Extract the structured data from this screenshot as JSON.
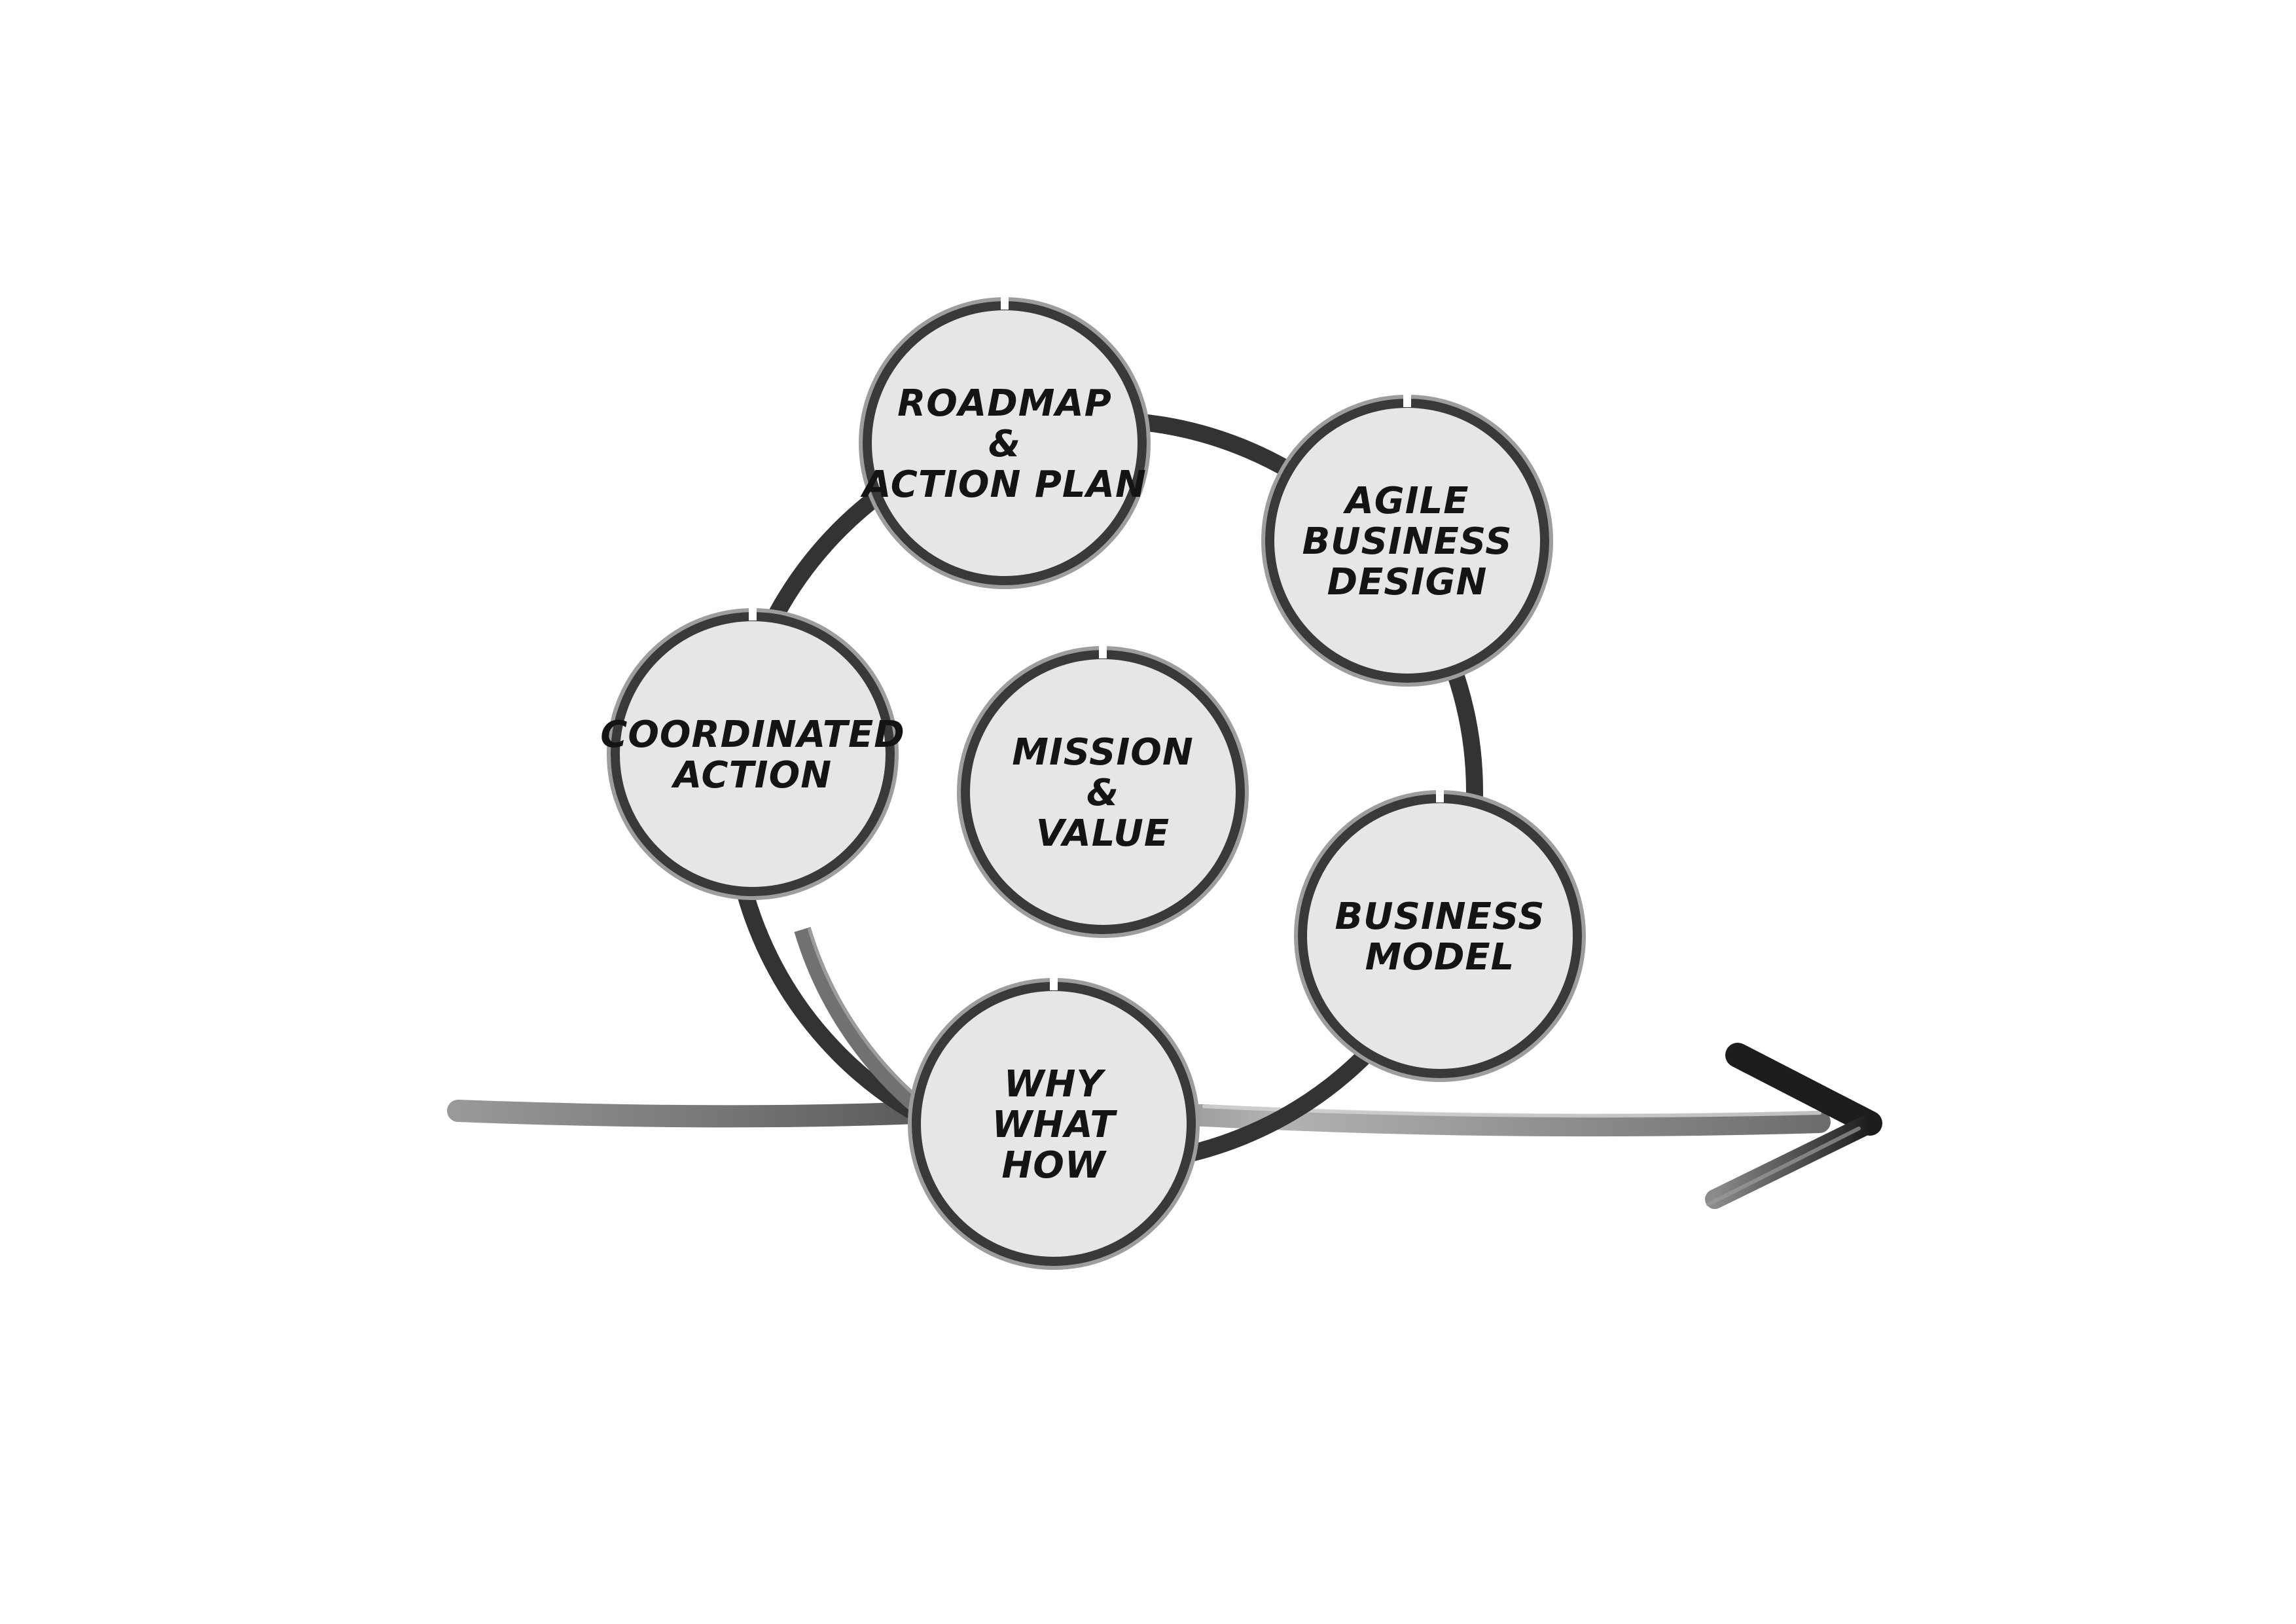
{
  "diagram": {
    "nodes": [
      {
        "id": "roadmap",
        "lines": [
          "ROADMAP",
          "&",
          "ACTION PLAN"
        ]
      },
      {
        "id": "agile",
        "lines": [
          "AGILE",
          "BUSINESS",
          "DESIGN"
        ]
      },
      {
        "id": "coordinated",
        "lines": [
          "COORDINATED",
          "ACTION"
        ]
      },
      {
        "id": "mission",
        "lines": [
          "MISSION",
          "&",
          "VALUE"
        ]
      },
      {
        "id": "business-model",
        "lines": [
          "BUSINESS",
          "MODEL"
        ]
      },
      {
        "id": "why",
        "lines": [
          "WHY",
          "WHAT",
          "HOW"
        ]
      }
    ],
    "colors": {
      "node_fill": "#e8e6e5",
      "node_stroke": "#3a3838",
      "ring_stroke": "#3c3a3a",
      "text": "#141414",
      "arrow_dark": "#2a2828",
      "arrow_light": "#a8a6a6"
    }
  }
}
